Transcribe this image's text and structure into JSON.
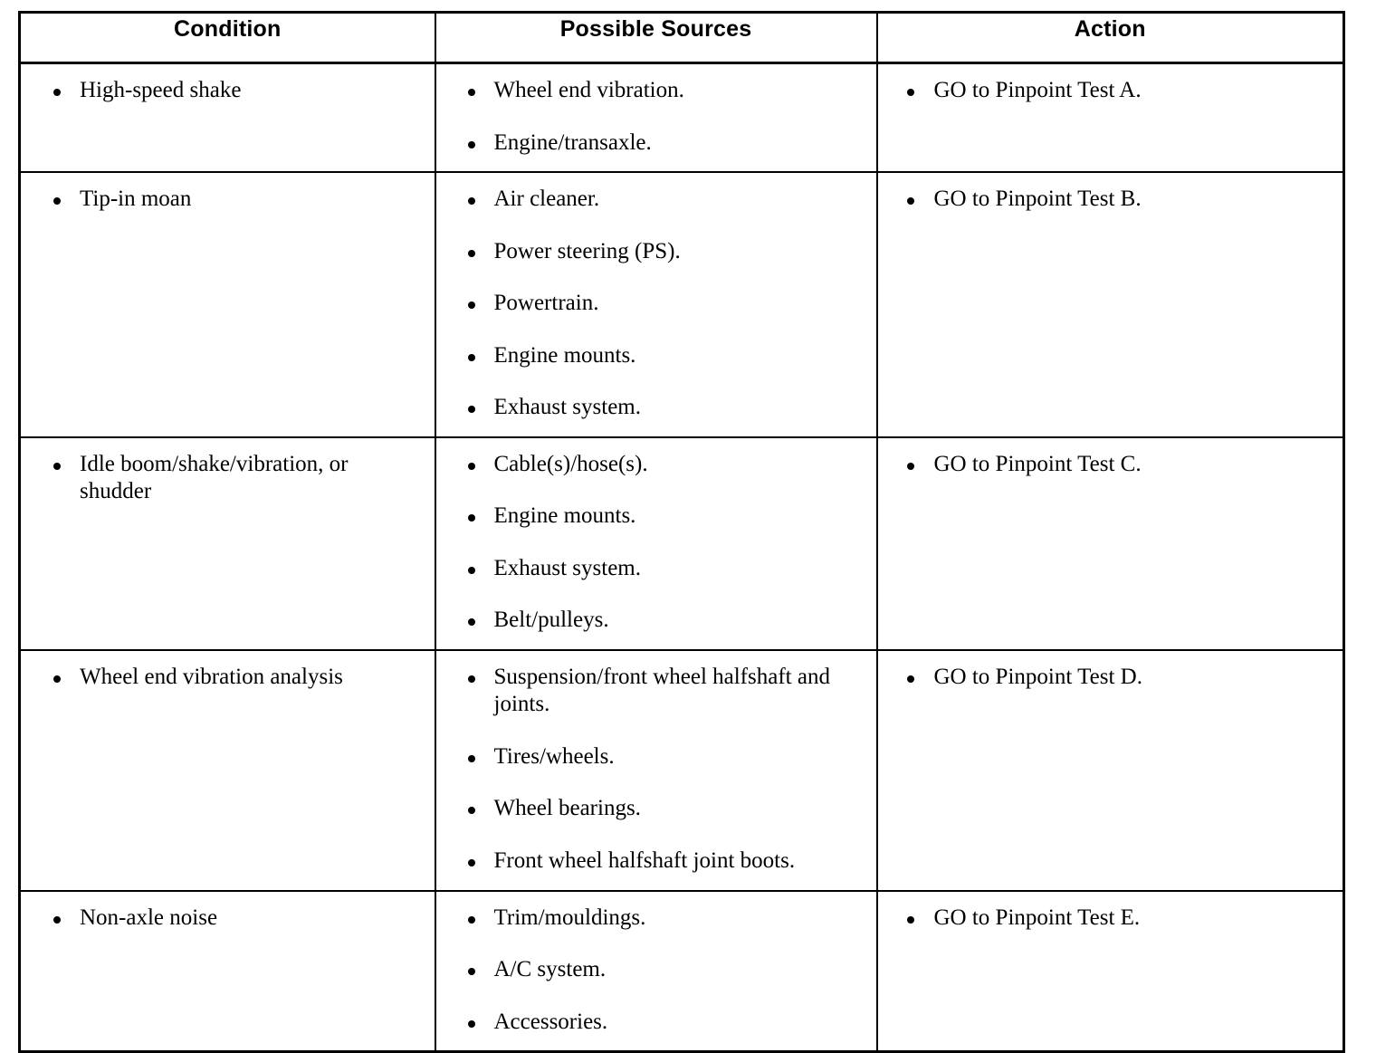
{
  "table": {
    "headers": [
      {
        "label": "Condition"
      },
      {
        "label": "Possible Sources"
      },
      {
        "label": "Action"
      }
    ],
    "rows": [
      {
        "condition": [
          "High-speed shake"
        ],
        "sources": [
          "Wheel end vibration.",
          "Engine/transaxle."
        ],
        "action": [
          "GO to Pinpoint Test A."
        ]
      },
      {
        "condition": [
          "Tip-in moan"
        ],
        "sources": [
          "Air cleaner.",
          "Power steering (PS).",
          "Powertrain.",
          "Engine mounts.",
          "Exhaust system."
        ],
        "action": [
          "GO to Pinpoint Test B."
        ]
      },
      {
        "condition": [
          "Idle boom/shake/vibration, or shudder"
        ],
        "sources": [
          "Cable(s)/hose(s).",
          "Engine mounts.",
          "Exhaust system.",
          "Belt/pulleys."
        ],
        "action": [
          "GO to Pinpoint Test C."
        ]
      },
      {
        "condition": [
          "Wheel end vibration analysis"
        ],
        "sources": [
          "Suspension/front wheel halfshaft and joints.",
          "Tires/wheels.",
          "Wheel bearings.",
          "Front wheel halfshaft joint boots."
        ],
        "action": [
          "GO to Pinpoint Test D."
        ]
      },
      {
        "condition": [
          "Non-axle noise"
        ],
        "sources": [
          "Trim/mouldings.",
          "A/C system.",
          "Accessories."
        ],
        "action": [
          "GO to Pinpoint Test E."
        ]
      }
    ]
  },
  "colors": {
    "ink": "#000000",
    "paper": "#ffffff"
  }
}
